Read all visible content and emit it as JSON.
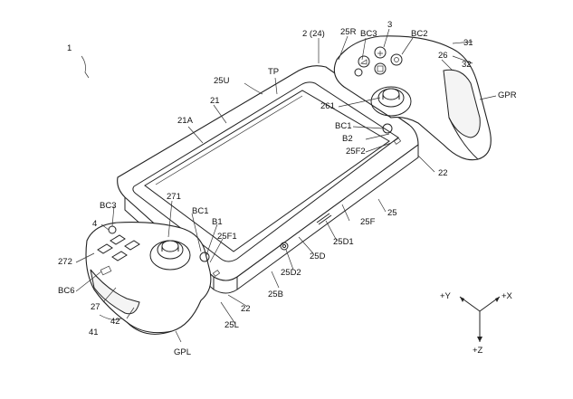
{
  "figure": {
    "ref_main": "1",
    "labels": {
      "device_2": "2 (24)",
      "r25R": "25R",
      "r25U": "25U",
      "r25L": "25L",
      "r25B": "25B",
      "r25F": "25F",
      "r25": "25",
      "r25F1": "25F1",
      "r25F2": "25F2",
      "r25D": "25D",
      "r25D1": "25D1",
      "r25D2": "25D2",
      "r21A": "21A",
      "r21": "21",
      "TP": "TP",
      "r3": "3",
      "BC3_r": "BC3",
      "BC2": "BC2",
      "r31": "31",
      "r26": "26",
      "r32": "32",
      "GPR": "GPR",
      "r261": "261",
      "BC1_r": "BC1",
      "B2": "B2",
      "r22_r": "22",
      "r4": "4",
      "BC3_l": "BC3",
      "r271": "271",
      "BC1_l": "BC1",
      "B1": "B1",
      "r272": "272",
      "BC6": "BC6",
      "r27": "27",
      "r42": "42",
      "r41": "41",
      "r22_l": "22",
      "GPL": "GPL"
    },
    "axes": {
      "y": "+Y",
      "x": "+X",
      "z": "+Z"
    }
  }
}
